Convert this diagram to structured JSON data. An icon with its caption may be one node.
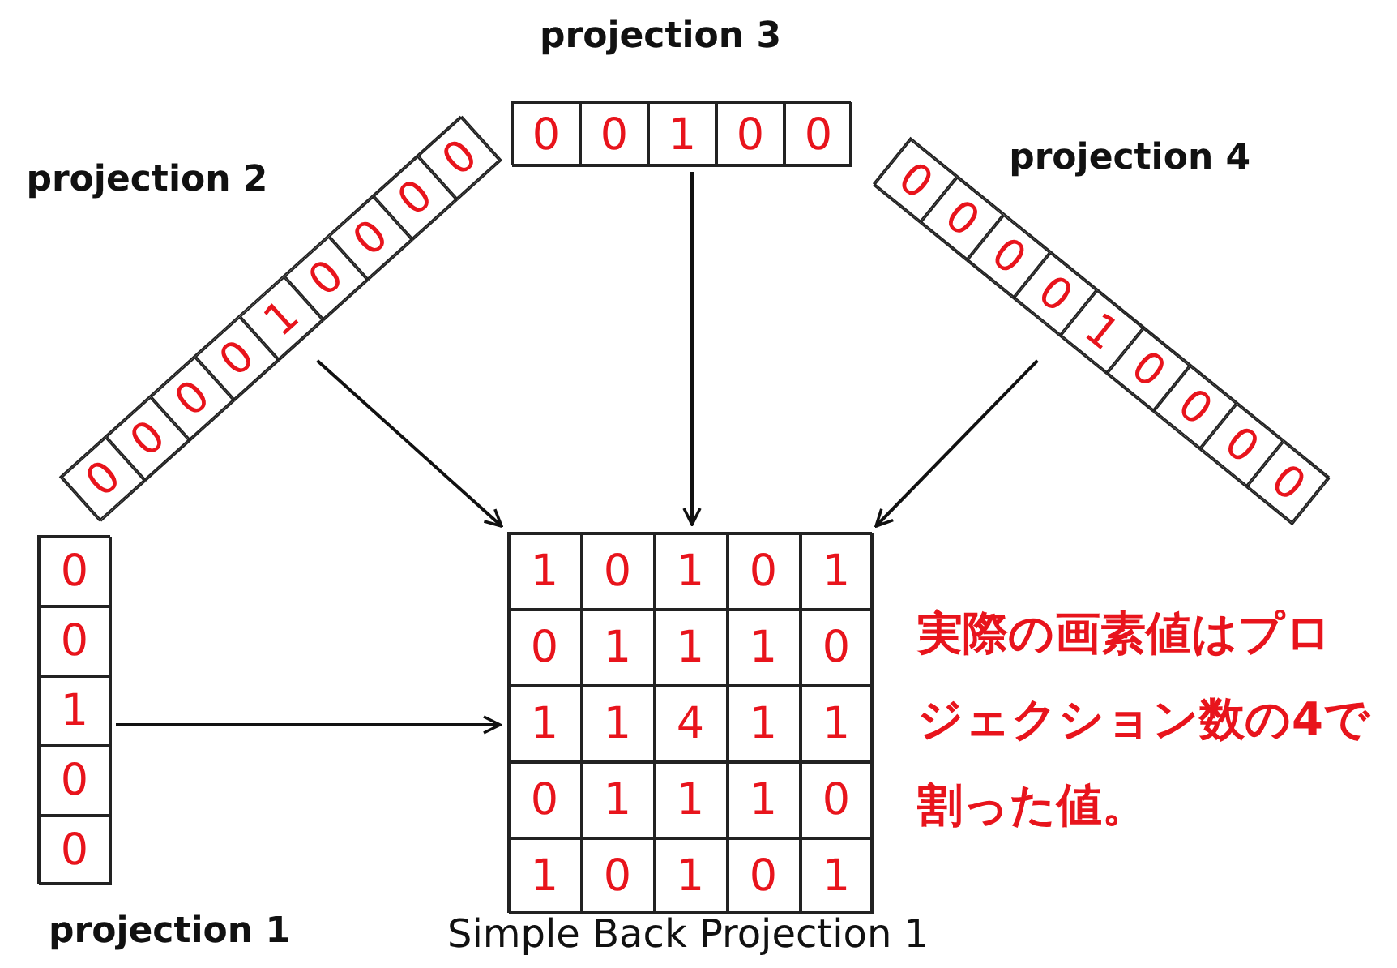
{
  "diagram": {
    "nodes": [
      {
        "text": [
          "projection 1",
          "0",
          "0",
          "1",
          "0",
          "0"
        ]
      },
      {
        "text": [
          "projection 2",
          "0",
          "0",
          "0",
          "0",
          "1",
          "0",
          "0",
          "0",
          "0"
        ]
      },
      {
        "text": [
          "projection 3",
          "0",
          "0",
          "1",
          "0",
          "0"
        ]
      },
      {
        "text": [
          "projection 4",
          "0",
          "0",
          "0",
          "0",
          "1",
          "0",
          "0",
          "0",
          "0"
        ]
      },
      {
        "text": [
          "Simple Back Projection 1",
          "1",
          "0",
          "1",
          "0",
          "1",
          "0",
          "1",
          "1",
          "1",
          "0",
          "1",
          "1",
          "4",
          "1",
          "1",
          "0",
          "1",
          "1",
          "1",
          "0",
          "1",
          "0",
          "1",
          "0",
          "1"
        ]
      }
    ],
    "edges": [
      {
        "from": 0,
        "to": 4,
        "arrow": "to"
      },
      {
        "from": 1,
        "to": 4,
        "arrow": "to"
      },
      {
        "from": 2,
        "to": 4,
        "arrow": "to"
      },
      {
        "from": 3,
        "to": 4,
        "arrow": "to"
      }
    ],
    "labels": [
      "実際の画素値はプロジェクション数の4で割った値。"
    ]
  }
}
